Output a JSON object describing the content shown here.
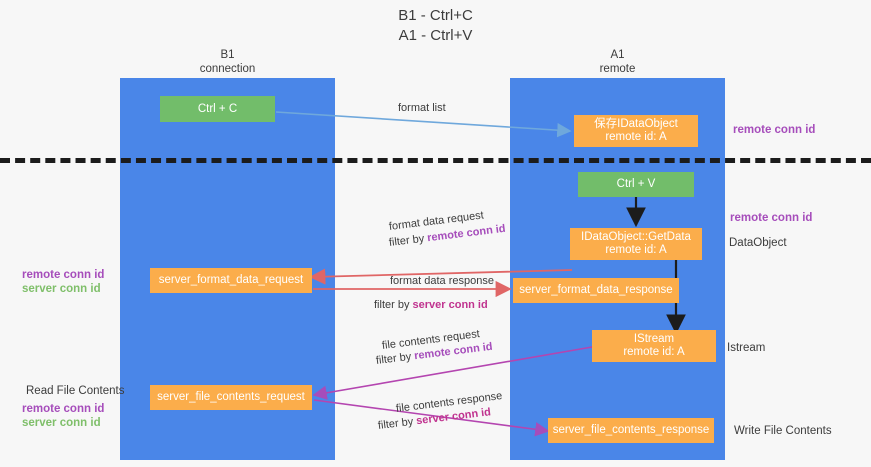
{
  "title": {
    "line1": "B1 - Ctrl+C",
    "line2": "A1 - Ctrl+V"
  },
  "lanes": [
    {
      "id": "b1",
      "name": "B1",
      "sub": "connection"
    },
    {
      "id": "a1",
      "name": "A1",
      "sub": "remote"
    }
  ],
  "boxes": {
    "ctrl_c": {
      "line1": "Ctrl + C",
      "line2": ""
    },
    "data_object": {
      "line1": "保存IDataObject",
      "line2": "remote id: A"
    },
    "ctrl_v": {
      "line1": "Ctrl + V",
      "line2": ""
    },
    "get_data": {
      "line1": "IDataObject::GetData",
      "line2": "remote id: A"
    },
    "server_format_data_request": {
      "line1": "server_format_data_request",
      "line2": ""
    },
    "server_format_data_response": {
      "line1": "server_format_data_response",
      "line2": ""
    },
    "istream": {
      "line1": "IStream",
      "line2": "remote id: A"
    },
    "server_file_contents_request": {
      "line1": "server_file_contents_request",
      "line2": ""
    },
    "server_file_contents_response": {
      "line1": "server_file_contents_response",
      "line2": ""
    }
  },
  "edges": {
    "format_list": {
      "line1": "format list",
      "line2": "",
      "line2_hl": ""
    },
    "format_data_request": {
      "line1": "format data request",
      "line2": "filter by ",
      "line2_hl": "remote conn id"
    },
    "format_data_response": {
      "line1": "format data response",
      "line2": "filter by ",
      "line2_hl": "server conn id"
    },
    "file_contents_request": {
      "line1": "file contents request",
      "line2": "filter by ",
      "line2_hl": "remote conn id"
    },
    "file_contents_response": {
      "line1": "file contents response",
      "line2": "filter by ",
      "line2_hl": "server conn id"
    }
  },
  "annotations": {
    "right_remote_conn_top": "remote conn id",
    "right_remote_conn_mid": "remote conn id",
    "right_data_object": "DataObject",
    "right_istream": "Istream",
    "right_write_file_contents": "Write File Contents",
    "left_remote_conn_id": "remote conn id",
    "left_server_conn_id": "server conn id",
    "left_read_file_contents": "Read File Contents",
    "left_remote_conn_id2": "remote conn id",
    "left_server_conn_id2": "server conn id"
  },
  "colors": {
    "lane": "#4a86e8",
    "box_green": "#72bd6a",
    "box_orange": "#fbad4b",
    "purple": "#a64dbb",
    "green_text": "#7fbf6a",
    "magenta": "#c0338f",
    "arrow_blue": "#6fa8dc",
    "arrow_red": "#e06666",
    "arrow_black": "#1c1c1c",
    "background": "#f7f7f7"
  }
}
